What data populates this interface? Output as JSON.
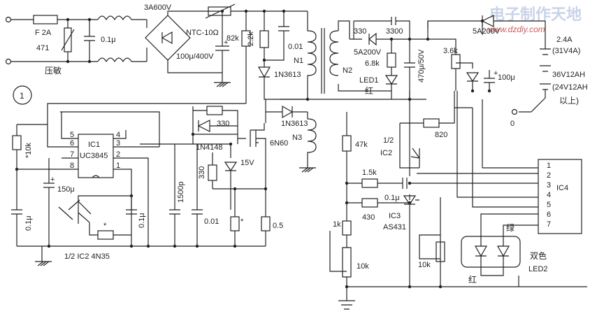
{
  "labels": {
    "fuse": "F  2A",
    "varistor": "471",
    "varistor_cn": "压敏",
    "cap_in": "0.1μ",
    "bridge": "3A600V",
    "ntc": "NTC-10Ω",
    "bulk_cap": "100μ/400V",
    "r82k": "82k",
    "r22k": "2.2k",
    "c001_top": "0.01",
    "d_top": "1N3613",
    "n1": "N1",
    "circle_num": "1",
    "r330_gate": "330",
    "d_gate": "1N4148",
    "mosfet": "6N60",
    "d_n3": "1N3613",
    "n3": "N3",
    "zener15": "15V",
    "r330_v": "330",
    "c1500": "1500p",
    "c001_low": "0.01",
    "r_star": "*",
    "r05": "0.5",
    "r10k_star": "*10k",
    "ic1_name": "IC1",
    "ic1_part": "UC3845",
    "ic1_pins_left": [
      "5",
      "6",
      "7",
      "8"
    ],
    "ic1_pins_right": [
      "4",
      "3",
      "2",
      "1"
    ],
    "c150": "150μ",
    "c01_left": "0.1μ",
    "c01_mid": "0.1μ",
    "r_star2": "*",
    "ic2_bottom": "1/2  IC2  4N35",
    "r330_n2": "330",
    "c3300": "3300",
    "d5a200_n2": "5A200V",
    "r68k": "6.8k",
    "led1": "LED1",
    "led1_cn": "红",
    "c470": "470μ/50V",
    "n2": "N2",
    "d5a200_out": "5A200V",
    "r36k": "3.6k",
    "c100u": "100μ",
    "out_v1": "2.4A",
    "out_v2": "(31V4A)",
    "out_v3": "36V12AH",
    "out_v4": "(24V12AH",
    "out_v5": "以上)",
    "zero": "0",
    "r820": "820",
    "ic2_half": "1/2",
    "ic2_name": "IC2",
    "r47k": "47k",
    "r15k": "1.5k",
    "c01_ic3": "0.1μ",
    "r430": "430",
    "ic3_name": "IC3",
    "ic3_part": "AS431",
    "r1k": "1k",
    "pot10k_a": "10k",
    "pot10k_b": "10k",
    "led2_red": "红",
    "led2_green": "绿",
    "led2_cn": "双色",
    "led2": "LED2",
    "ic4_name": "IC4",
    "ic4_pins": [
      "1",
      "2",
      "3",
      "4",
      "5",
      "6",
      "7"
    ],
    "watermark_cn": "电子制作天地",
    "watermark_url": "www.dzdiy.com"
  }
}
